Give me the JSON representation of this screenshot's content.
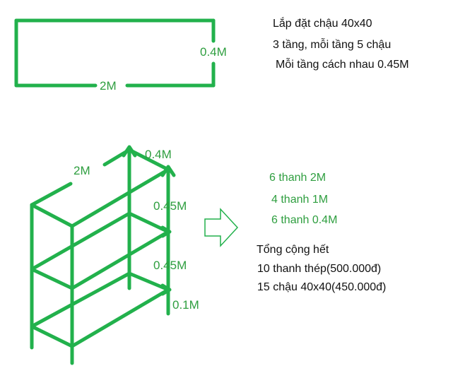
{
  "colors": {
    "frame": "#22b14c",
    "dimension_text": "#2e9e3f",
    "note_text": "#111111",
    "arrow_outline": "#22b14c"
  },
  "top_view": {
    "width_label": "2M",
    "depth_label": "0.4M"
  },
  "notes": [
    "Lắp đặt chậu 40x40",
    "3 tầng, mỗi tầng 5 chậu",
    "Mỗi tầng cách nhau 0.45M"
  ],
  "frame_view": {
    "length_label": "2M",
    "depth_label": "0.4M",
    "gap_top_label": "0.45M",
    "gap_middle_label": "0.45M",
    "leg_label": "0.1M"
  },
  "arrow_icon": "right-arrow-outline-icon",
  "cut_list": [
    "6 thanh 2M",
    "4 thanh 1M",
    "6 thanh 0.4M"
  ],
  "summary": {
    "heading": "Tổng cộng hết",
    "lines": [
      "10 thanh thép(500.000đ)",
      "15 chậu 40x40(450.000đ)"
    ]
  }
}
